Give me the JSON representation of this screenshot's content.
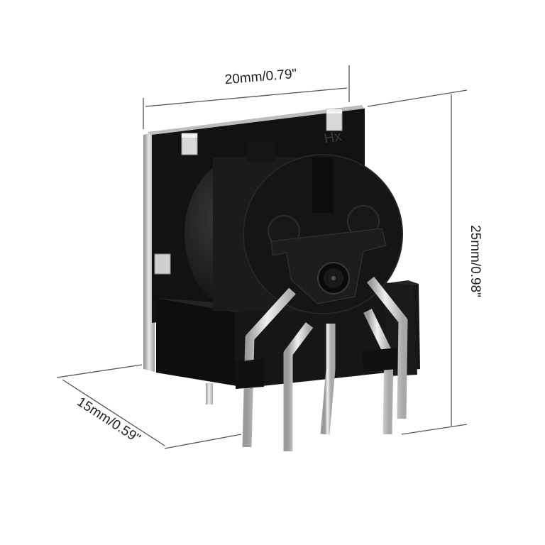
{
  "product": {
    "label": "Hx"
  },
  "dimensions": {
    "width": "20mm/0.79\"",
    "height": "25mm/0.98\"",
    "depth": "15mm/0.59\""
  },
  "colors": {
    "body": "#121212",
    "metal": "#cfcfcf",
    "dimension_line": "#555555"
  }
}
